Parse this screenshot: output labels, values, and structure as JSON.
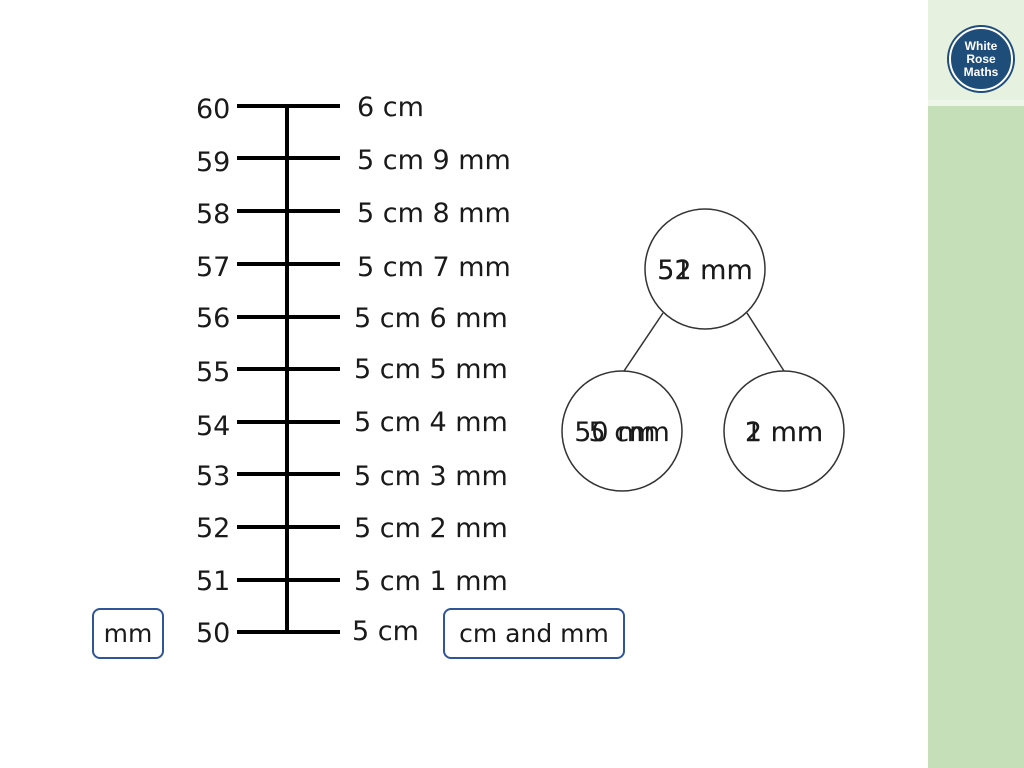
{
  "logo": {
    "line1": "White",
    "line2": "Rose",
    "line3": "Maths"
  },
  "ruler": {
    "mm_values": [
      "60",
      "59",
      "58",
      "57",
      "56",
      "55",
      "54",
      "53",
      "52",
      "51",
      "50"
    ],
    "cm_mm_values": [
      "6 cm",
      "5 cm 9 mm",
      "5 cm 8 mm",
      "5 cm 7 mm",
      "5 cm 6 mm",
      "5 cm 5 mm",
      "5 cm 4 mm",
      "5 cm 3 mm",
      "5 cm 2 mm",
      "5 cm 1 mm",
      "5 cm"
    ]
  },
  "unit_boxes": {
    "left": "mm",
    "right": "cm and mm"
  },
  "part_whole": {
    "whole": "52 mm",
    "part_left": "50 mm",
    "part_right": "2 mm",
    "whole_overlap": "51 mm",
    "part_left_overlap": "5 cm",
    "part_right_overlap": "1 mm"
  },
  "colors": {
    "box_border": "#2f5597",
    "side_bar": "#c5dfb8",
    "logo": "#1f4d7a"
  }
}
